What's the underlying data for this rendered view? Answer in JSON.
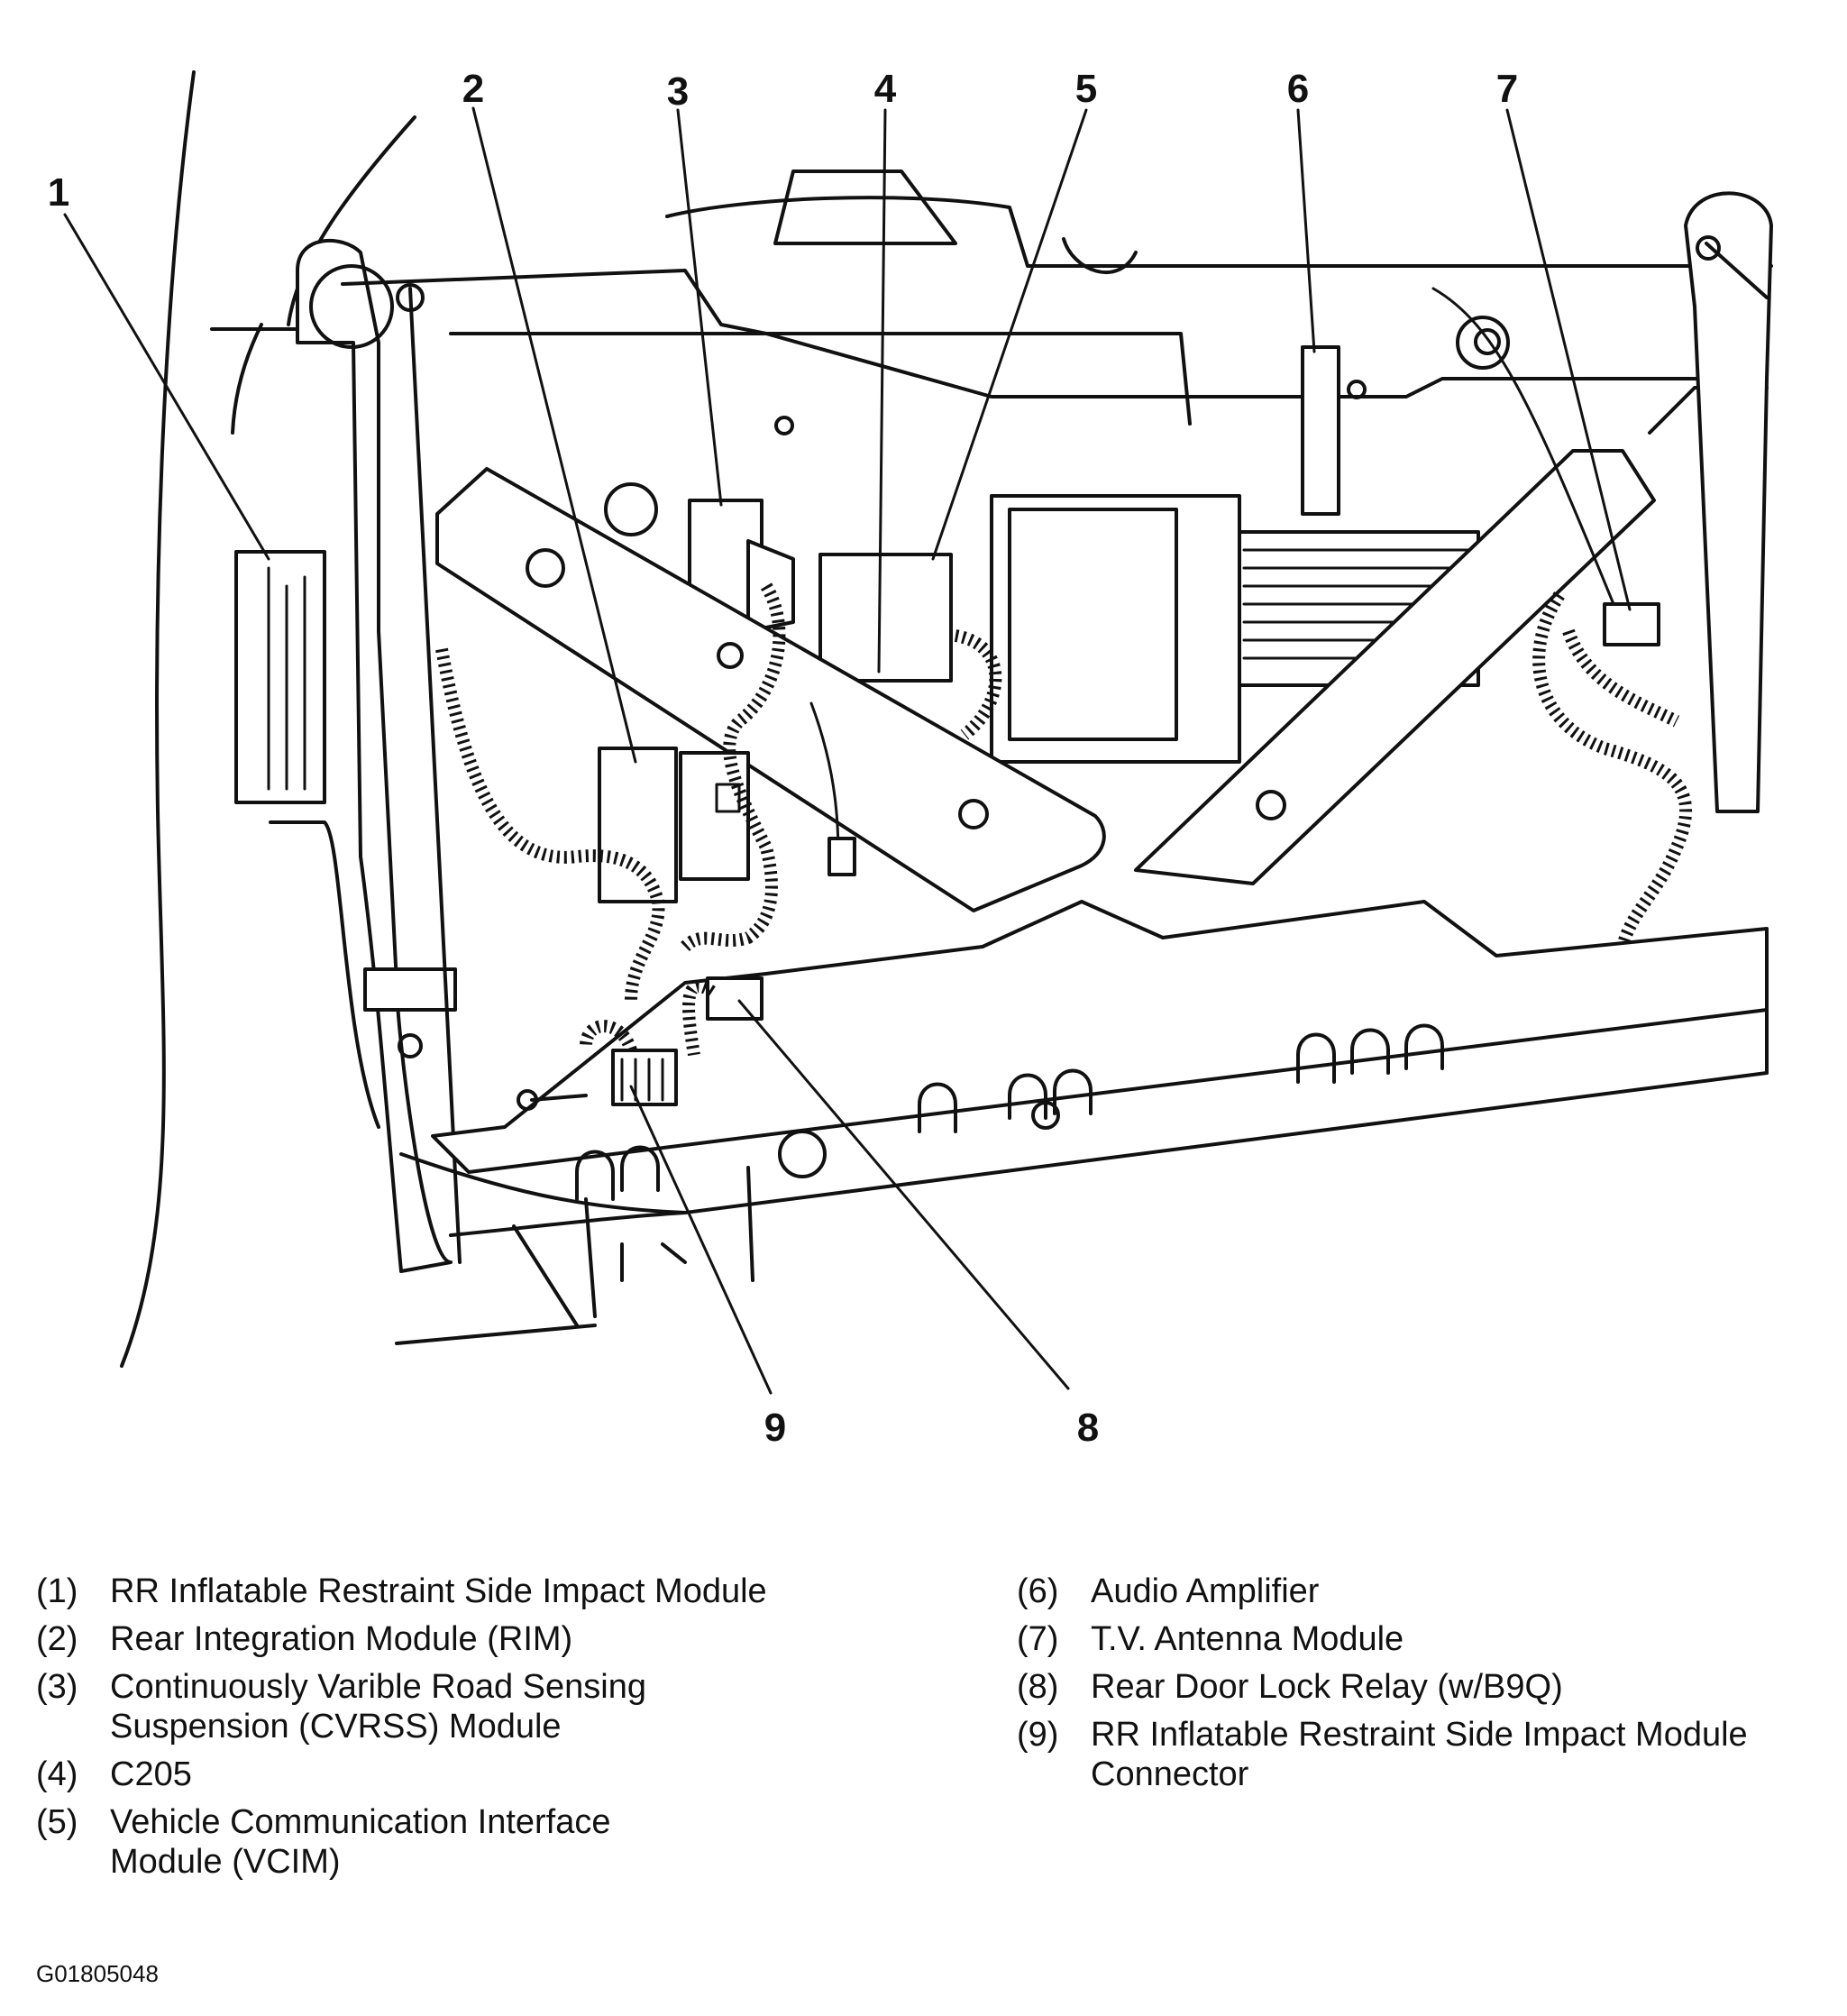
{
  "diagram": {
    "callouts": [
      "1",
      "2",
      "3",
      "4",
      "5",
      "6",
      "7",
      "8",
      "9"
    ]
  },
  "legend": {
    "items": [
      {
        "index": "(1)",
        "label": "RR Inflatable Restraint Side Impact Module"
      },
      {
        "index": "(2)",
        "label": "Rear Integration Module (RIM)"
      },
      {
        "index": "(3)",
        "label": "Continuously Varible Road Sensing Suspension (CVRSS) Module"
      },
      {
        "index": "(4)",
        "label": "C205"
      },
      {
        "index": "(5)",
        "label": "Vehicle Communication Interface Module (VCIM)"
      },
      {
        "index": "(6)",
        "label": "Audio Amplifier"
      },
      {
        "index": "(7)",
        "label": "T.V. Antenna Module"
      },
      {
        "index": "(8)",
        "label": "Rear Door Lock Relay (w/B9Q)"
      },
      {
        "index": "(9)",
        "label": "RR Inflatable Restraint Side Impact Module Connector"
      }
    ]
  },
  "figure_id": "G01805048"
}
